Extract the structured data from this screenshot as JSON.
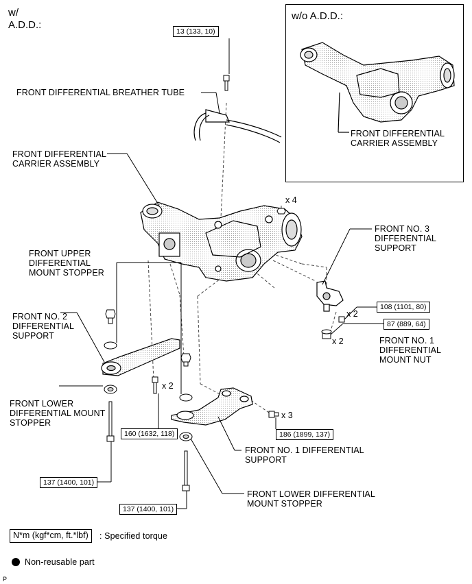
{
  "header": {
    "with_add_line1": "w/",
    "with_add_line2": "A.D.D.:"
  },
  "inset": {
    "title": "w/o A.D.D.:",
    "label": "FRONT DIFFERENTIAL\nCARRIER ASSEMBLY"
  },
  "labels": {
    "breather_tube": "FRONT DIFFERENTIAL BREATHER TUBE",
    "carrier_assembly": "FRONT DIFFERENTIAL\nCARRIER ASSEMBLY",
    "upper_mount_stopper": "FRONT UPPER\nDIFFERENTIAL\nMOUNT STOPPER",
    "no2_support": "FRONT NO. 2\nDIFFERENTIAL\nSUPPORT",
    "lower_mount_stopper_left": "FRONT LOWER\nDIFFERENTIAL MOUNT\nSTOPPER",
    "no3_support": "FRONT NO. 3\nDIFFERENTIAL\nSUPPORT",
    "no1_mount_nut": "FRONT NO. 1\nDIFFERENTIAL\nMOUNT NUT",
    "no1_support": "FRONT NO. 1 DIFFERENTIAL\nSUPPORT",
    "lower_mount_stopper_bottom": "FRONT LOWER DIFFERENTIAL\nMOUNT STOPPER"
  },
  "torques": {
    "breather": "13 (133, 10)",
    "no3_bolt": "108 (1101, 80)",
    "no1_nut": "87 (889, 64)",
    "center_bolt": "160 (1632, 118)",
    "no1_support_bolt": "186 (1899, 137)",
    "left_long_bolt": "137 (1400, 101)",
    "bottom_long_bolt": "137 (1400, 101)"
  },
  "quantities": {
    "top_nuts": "x 4",
    "no3_bolts": "x 2",
    "no1_nuts": "x 2",
    "center_bolts": "x 2",
    "no1_support_bolts": "x 3"
  },
  "legend": {
    "unit_box": "N*m (kgf*cm, ft.*lbf)",
    "unit_desc": ": Specified torque",
    "non_reusable": "Non-reusable part"
  },
  "footer": {
    "code": "P"
  }
}
